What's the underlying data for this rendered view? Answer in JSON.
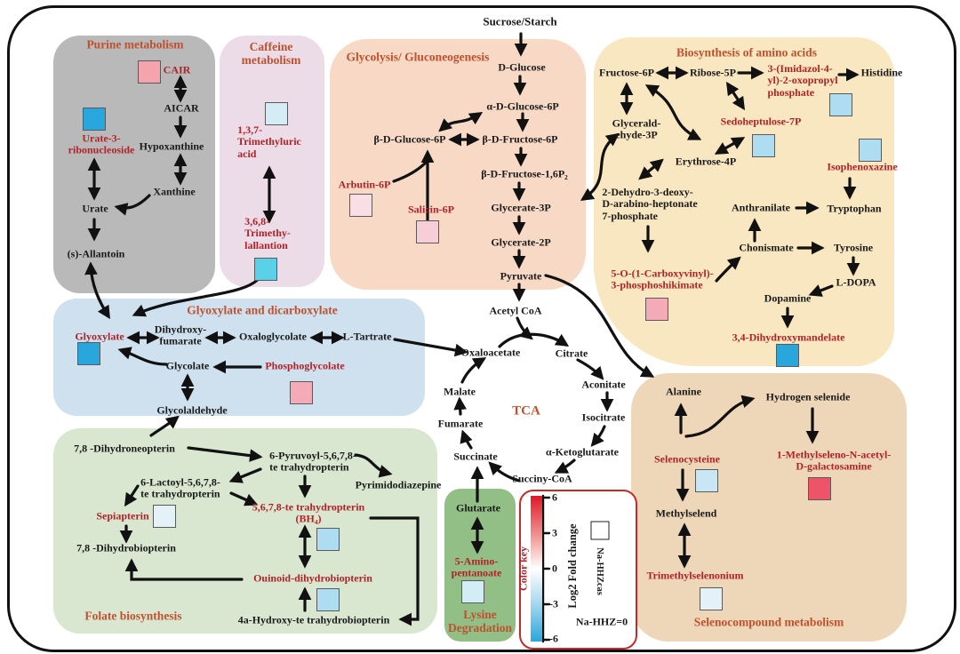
{
  "palette": {
    "title_text": "#c0512e",
    "metabolite_text": "#b02328",
    "plain_text": "#1a1a1a",
    "strong_blue": "#29a7dc",
    "cyan": "#59d1e9",
    "light_blue": "#aedcf1",
    "pale_blue": "#d3ecf5",
    "paler_blue": "#e4f1f7",
    "sel_blue": "#c9e6f4",
    "strong_pink": "#f5a3ad",
    "mid_pink": "#f5abb7",
    "pink": "#f7cdd7",
    "pale_pink": "#f9dfe5",
    "red": "#ee5467",
    "white": "#ffffff",
    "region_purine": "#b9b9ba",
    "region_caffeine": "#ecdce8",
    "region_glycolysis": "#f7d9c6",
    "region_amino": "#f8e7c0",
    "region_glyoxylate": "#cfe1ef",
    "region_folate": "#d9e7d1",
    "region_lysine": "#92bf86",
    "region_seleno": "#eed7b8",
    "legend_border": "#c32a2a"
  },
  "top": {
    "sucrose_starch": "Sucrose/Starch"
  },
  "purine": {
    "title": "Purine metabolism",
    "cair": "CAIR",
    "aicar": "AICAR",
    "hypoxanthine": "Hypoxanthine",
    "xanthine": "Xanthine",
    "urate": "Urate",
    "urate_3_ribonucleoside": "Urate-3-\nribonucleoside",
    "s_allantoin": "(s)-Allantoin"
  },
  "caffeine": {
    "title": "Caffeine\nmetabolism",
    "trimethyluric_acid": "1,3,7-\nTrimethyluric\nacid",
    "trimethylallantion": "3,6,8-\nTrimethy-\nlallantion"
  },
  "glycolysis": {
    "title": "Glycolysis/ Gluconeogenesis",
    "d_glucose": "D-Glucose",
    "a_d_glucose_6p": "α-D-Glucose-6P",
    "b_d_glucose_6p": "β-D-Glucose-6P",
    "b_d_fructose_6p": "β-D-Fructose-6P",
    "b_d_fructose_16p2": "β-D-Fructose-1,6P₂",
    "glycerate_3p": "Glycerate-3P",
    "glycerate_2p": "Glycerate-2P",
    "pyruvate": "Pyruvate",
    "acetyl_coa": "Acetyl CoA",
    "arbutin_6p": "Arbutin-6P",
    "salicin_6p": "Salicin-6P"
  },
  "amino": {
    "title": "Biosynthesis of amino acids",
    "fructose_6p": "Fructose-6P",
    "ribose_5p": "Ribose-5P",
    "imidazol": "3-(Imidazol-4-\nyl)-2-oxopropyl\nphosphate",
    "histidine": "Histidine",
    "glyceraldehyde_3p": "Glycerald-\nehyde-3P",
    "sedoheptulose_7p": "Sedoheptulose-7P",
    "erythrose_4p": "Erythrose-4P",
    "isophenoxazine": "Isophenoxazine",
    "dehydro_heptonate": "2-Dehydro-3-deoxy-\nD-arabino-heptonate\n7-phosphate",
    "anthranilate": "Anthranilate",
    "tryptophan": "Tryptophan",
    "chonismate": "Chonismate",
    "tyrosine": "Tyrosine",
    "carboxyvinyl": "5-O-(1-Carboxyvinyl)-\n3-phosphoshikimate",
    "l_dopa": "L-DOPA",
    "dopamine": "Dopamine",
    "dihydroxymandelate": "3,4-Dihydroxymandelate"
  },
  "glyoxylate": {
    "title": "Glyoxylate and dicarboxylate",
    "glyoxylate": "Glyoxylate",
    "dihydroxy_fumarate": "Dihydroxy-\nfumarate",
    "oxaloglycolate": "Oxaloglycolate",
    "l_tartrate": "L-Tartrate",
    "glycolate": "Glycolate",
    "phosphoglycolate": "Phosphoglycolate",
    "glycolaldehyde": "Glycolaldehyde"
  },
  "tca": {
    "title": "TCA",
    "oxaloacetate": "Oxaloacetate",
    "citrate": "Citrate",
    "aconitate": "Aconitate",
    "isocitrate": "Isocitrate",
    "a_ketoglutarate": "α-Ketoglutarate",
    "succiny_coa": "Succiny-CoA",
    "succinate": "Succinate",
    "fumarate": "Fumarate",
    "malate": "Malate"
  },
  "folate": {
    "title": "Folate biosynthesis",
    "dihydroneopterin": "7,8 -Dihydroneopterin",
    "pyruvoyl": "6-Pyruvoyl-5,6,7,8-\nte trahydropterin",
    "pyrimidodiazepine": "Pyrimidodiazepine",
    "lactoyl": "6-Lactoyl-5,6,7,8-\nte trahydropterin",
    "sepiapterin": "Sepiapterin",
    "bh4": "5,6,7,8-te trahydropterin\n(BH₄)",
    "dihydrobiopterin": "7,8 -Dihydrobiopterin",
    "ouinoid": "Ouinoid-dihydrobiopterin",
    "hydroxy_trahydrobiopterin": "4a-Hydroxy-te trahydrobiopterin"
  },
  "lysine": {
    "title": "Lysine\nDegradation",
    "glutarate": "Glutarate",
    "aminopentanoate": "5-Amino-\npentanoate"
  },
  "seleno": {
    "title": "Selenocompound metabolism",
    "alanine": "Alanine",
    "hydrogen_selenide": "Hydrogen selenide",
    "selenocysteine": "Selenocysteine",
    "methylseleno_galactosamine": "1-Methylseleno-N-acetyl-\nD-galactosamine",
    "methylselend": "Methylselend",
    "trimethylselenonium": "Trimethylselenonium"
  },
  "legend": {
    "color_key": "Color key",
    "axis_label": "Log2 Fold change",
    "ticks": [
      "6",
      "3",
      "0",
      "-3",
      "-6"
    ],
    "sample_label": "Na-HHZcas",
    "note": "Na-HHZ=0",
    "scale_max": 6,
    "scale_min": -6
  }
}
